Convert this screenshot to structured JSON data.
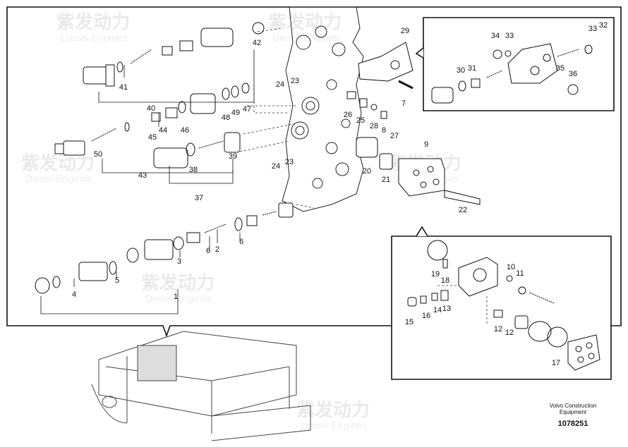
{
  "watermark": {
    "brand_cn": "紫发动力",
    "brand_en": "Diesel-Engines"
  },
  "caption": {
    "line1": "Volvo Construction",
    "line2": "Equipment",
    "code": "1078251"
  },
  "callouts": [
    "1",
    "2",
    "3",
    "4",
    "5",
    "6",
    "6",
    "7",
    "8",
    "9",
    "10",
    "11",
    "12",
    "12",
    "13",
    "14",
    "15",
    "16",
    "17",
    "18",
    "19",
    "20",
    "21",
    "22",
    "23",
    "23",
    "24",
    "24",
    "25",
    "26",
    "27",
    "28",
    "29",
    "30",
    "31",
    "32",
    "33",
    "33",
    "34",
    "35",
    "36",
    "37",
    "38",
    "39",
    "40",
    "41",
    "42",
    "43",
    "44",
    "45",
    "46",
    "47",
    "48",
    "49",
    "50"
  ]
}
